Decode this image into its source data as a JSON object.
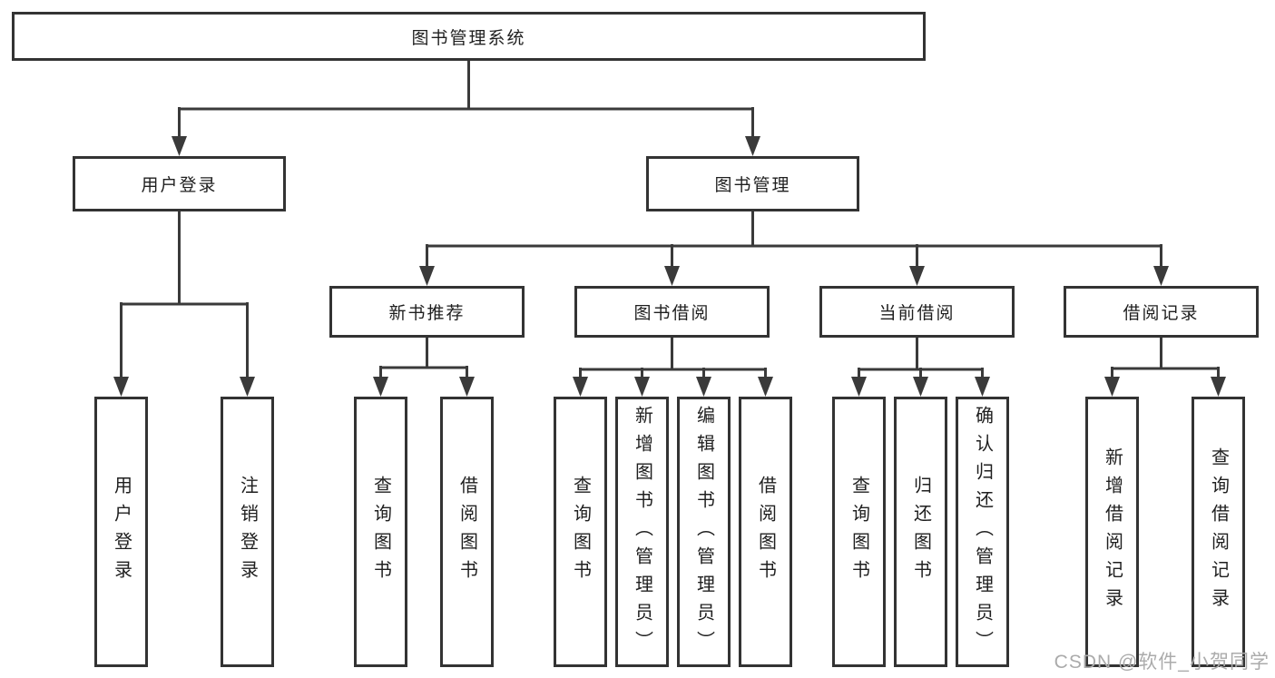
{
  "tree": {
    "root": {
      "label": "图书管理系统"
    },
    "branches": [
      {
        "label": "用户登录",
        "children": [
          {
            "label": "用户登录"
          },
          {
            "label": "注销登录"
          }
        ]
      },
      {
        "label": "图书管理",
        "sections": [
          {
            "label": "新书推荐",
            "children": [
              {
                "label": "查询图书"
              },
              {
                "label": "借阅图书"
              }
            ]
          },
          {
            "label": "图书借阅",
            "children": [
              {
                "label": "查询图书"
              },
              {
                "label": "新增图书（管理员）"
              },
              {
                "label": "编辑图书（管理员）"
              },
              {
                "label": "借阅图书"
              }
            ]
          },
          {
            "label": "当前借阅",
            "children": [
              {
                "label": "查询图书"
              },
              {
                "label": "归还图书"
              },
              {
                "label": "确认归还（管理员）"
              }
            ]
          },
          {
            "label": "借阅记录",
            "children": [
              {
                "label": "新增借阅记录"
              },
              {
                "label": "查询借阅记录"
              }
            ]
          }
        ]
      }
    ]
  },
  "watermark": {
    "text": "CSDN @软件_小贺同学"
  },
  "colors": {
    "background": "#ffffff",
    "line": "#3a3a3a",
    "box_border": "#333333",
    "text": "#1f1f1f",
    "watermark": "#ababab"
  }
}
